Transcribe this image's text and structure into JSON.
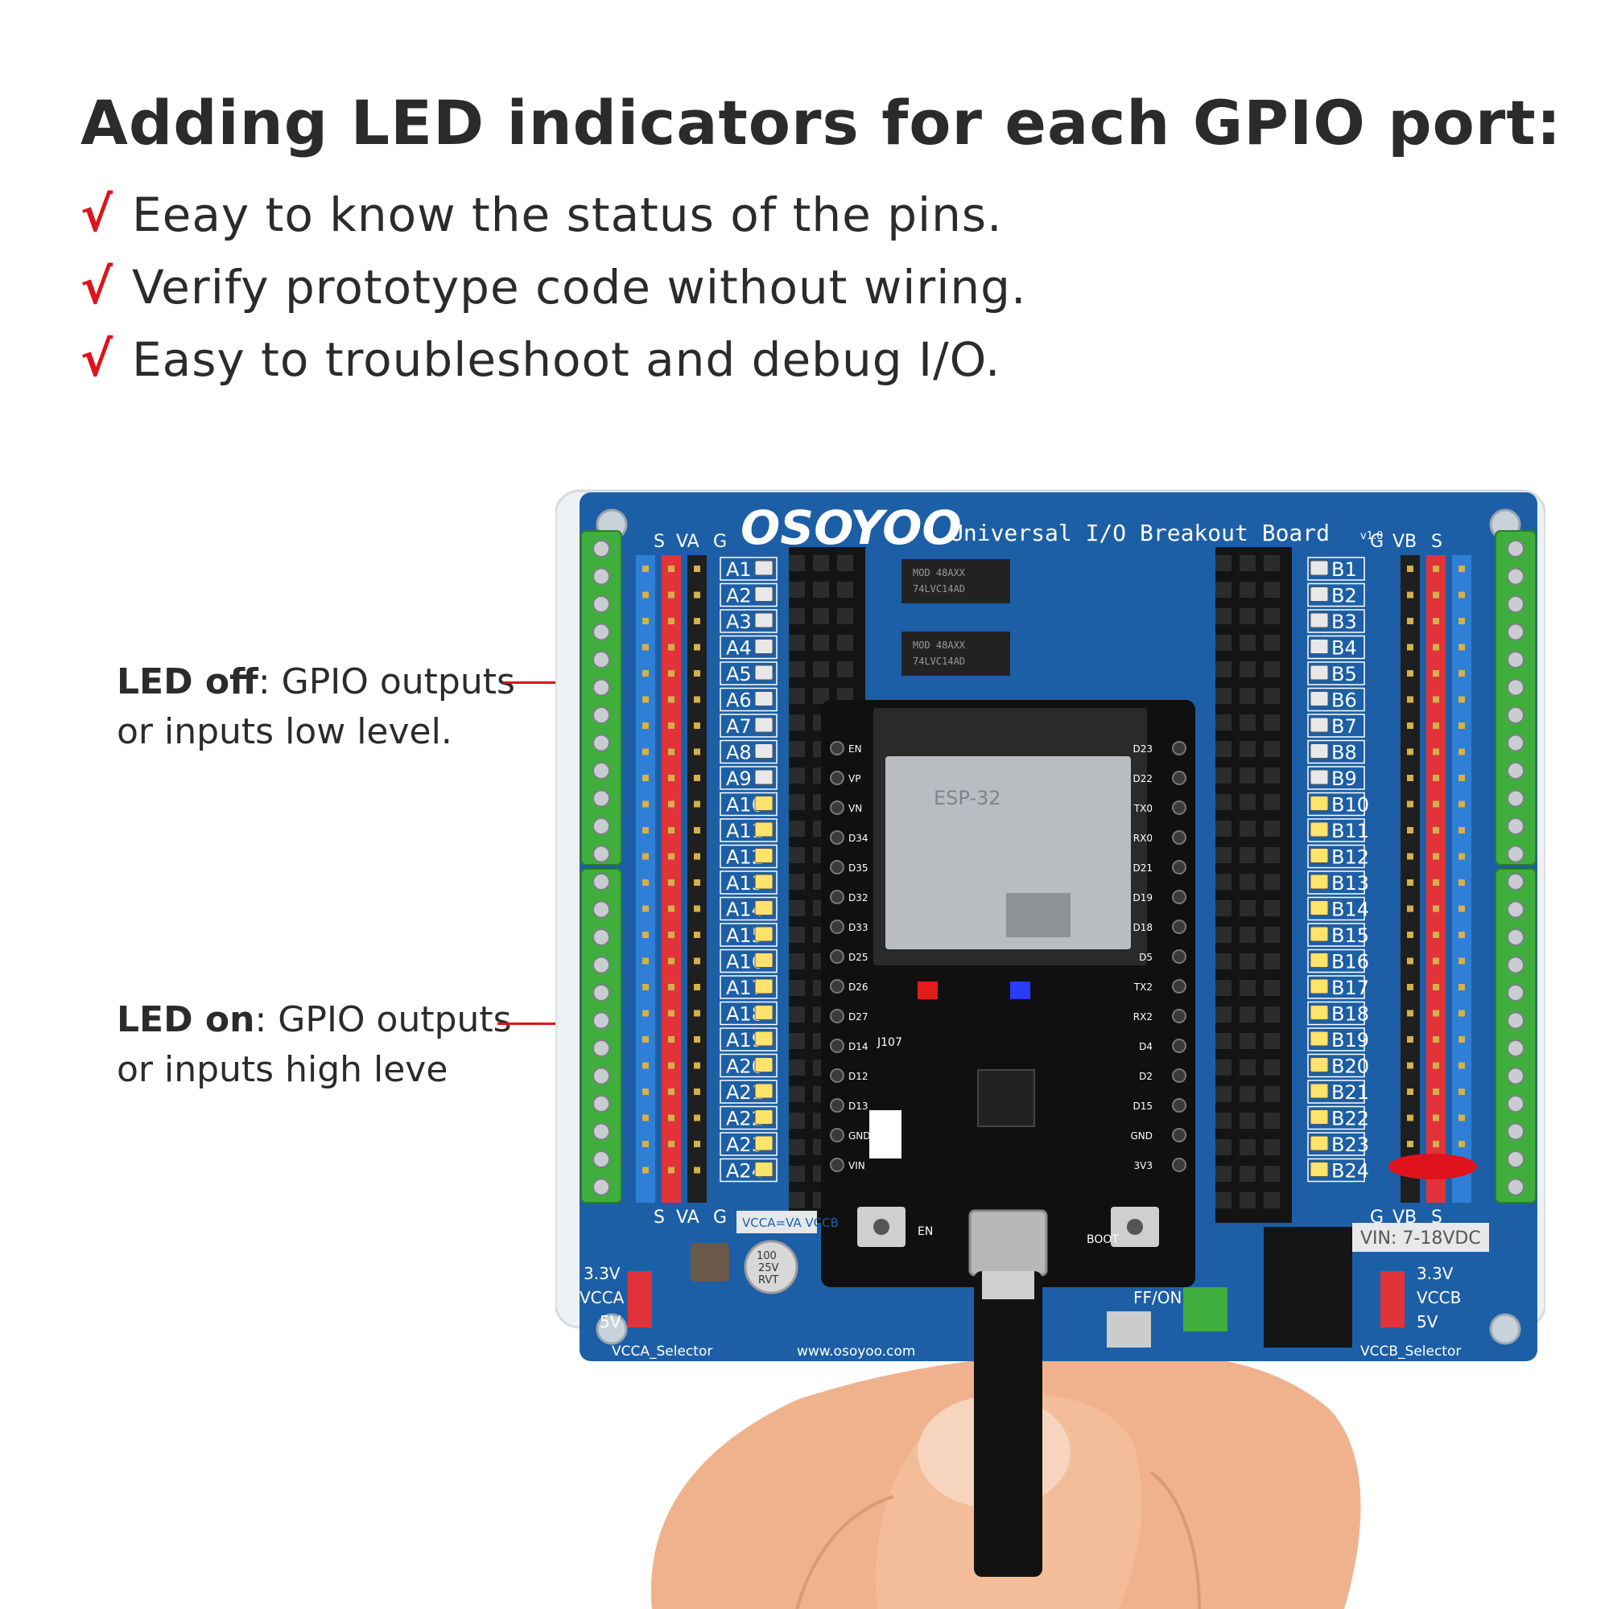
{
  "headline": "Adding LED indicators for each GPIO port:",
  "check_mark": "√",
  "features": [
    "Eeay to know the status of the pins.",
    "Verify prototype code without wiring.",
    "Easy to troubleshoot and debug I/O."
  ],
  "callouts": {
    "led_off": {
      "term": "LED off",
      "text": ": GPIO outputs",
      "line2": "or inputs low level."
    },
    "led_on": {
      "term": "LED on",
      "text": ": GPIO outputs",
      "line2": "or inputs high leve"
    }
  },
  "board": {
    "brand": "OSOYOO",
    "title": "Universal I/O Breakout Board",
    "version": "v1.0",
    "left_header": [
      "S",
      "VA",
      "G"
    ],
    "right_header": [
      "G",
      "VB",
      "S"
    ],
    "left_pins": [
      "A1",
      "A2",
      "A3",
      "A4",
      "A5",
      "A6",
      "A7",
      "A8",
      "A9",
      "A10",
      "A11",
      "A12",
      "A13",
      "A14",
      "A15",
      "A16",
      "A17",
      "A18",
      "A19",
      "A20",
      "A21",
      "A22",
      "A23",
      "A24"
    ],
    "right_pins": [
      "B1",
      "B2",
      "B3",
      "B4",
      "B5",
      "B6",
      "B7",
      "B8",
      "B9",
      "B10",
      "B11",
      "B12",
      "B13",
      "B14",
      "B15",
      "B16",
      "B17",
      "B18",
      "B19",
      "B20",
      "B21",
      "B22",
      "B23",
      "B24"
    ],
    "lit_from_index": 9,
    "vcca_labels": [
      "3.3V",
      "VCCA",
      "5V"
    ],
    "vcca_selector": "VCCA_Selector",
    "vccb_labels": [
      "3.3V",
      "VCCB",
      "5V"
    ],
    "vccb_selector": "VCCB_Selector",
    "vin_label": "VIN: 7-18VDC",
    "website": "www.osoyoo.com",
    "vcca_note": "VCCA=VA VCCB",
    "chip_labels": [
      "MOD 48AXX",
      "74LVC14AD"
    ],
    "esp_label": "ESP-32",
    "capacitor_label": [
      "100",
      "25V",
      "RVT"
    ],
    "power_switch_label": "FF/ON",
    "en_label": "EN",
    "boot_label": "BOOT",
    "j107_label": "J107",
    "esp_left_pins": [
      "EN",
      "VP",
      "VN",
      "D34",
      "D35",
      "D32",
      "D33",
      "D25",
      "D26",
      "D27",
      "D14",
      "D12",
      "D13",
      "GND",
      "VIN"
    ],
    "esp_right_pins": [
      "D23",
      "D22",
      "TX0",
      "RX0",
      "D21",
      "D19",
      "D18",
      "D5",
      "TX2",
      "RX2",
      "D4",
      "D2",
      "D15",
      "GND",
      "3V3"
    ]
  },
  "colors": {
    "accent_red": "#e0121c",
    "text_dark": "#2b2b2b",
    "pcb_blue": "#1d5fa6",
    "terminal_green": "#3fae3c",
    "led_on": "#ffe36a"
  }
}
